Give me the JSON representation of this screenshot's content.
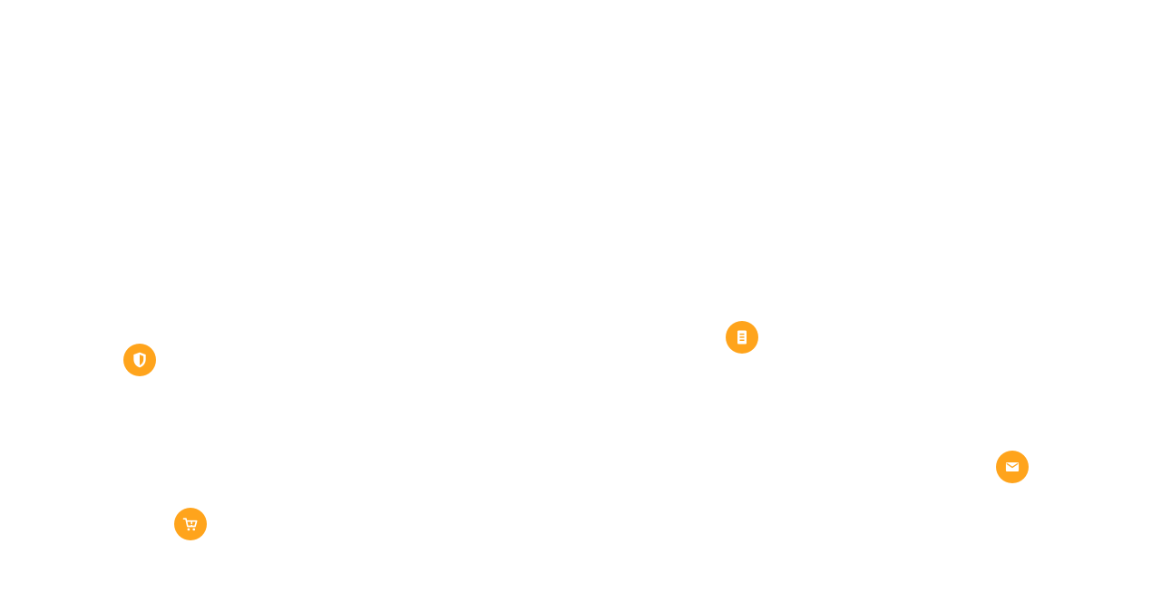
{
  "theme": {
    "marker_color": "#FFA41C",
    "icon_color": "#FFFFFF",
    "background": "#FFFFFF"
  },
  "markers": [
    {
      "id": "shield",
      "icon": "shield-icon"
    },
    {
      "id": "document",
      "icon": "document-icon"
    },
    {
      "id": "mail",
      "icon": "mail-icon"
    },
    {
      "id": "cart",
      "icon": "shopping-cart-icon"
    }
  ]
}
